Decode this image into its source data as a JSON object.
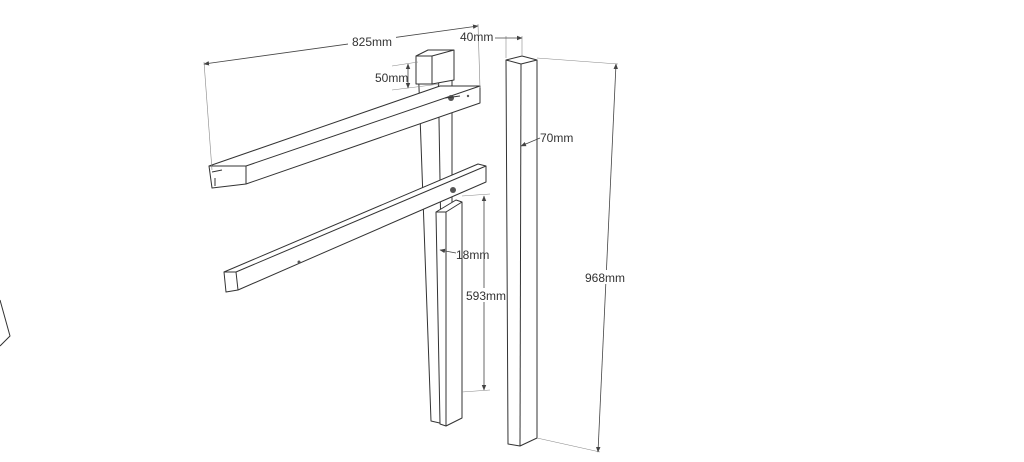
{
  "dimensions": {
    "rail_length": "825mm",
    "rail_height": "50mm",
    "post_thickness": "40mm",
    "post_width": "70mm",
    "post_height": "968mm",
    "board_thickness": "18mm",
    "board_length": "593mm"
  },
  "colors": {
    "line": "#333333",
    "dimension_line": "#444444",
    "background": "#ffffff"
  }
}
